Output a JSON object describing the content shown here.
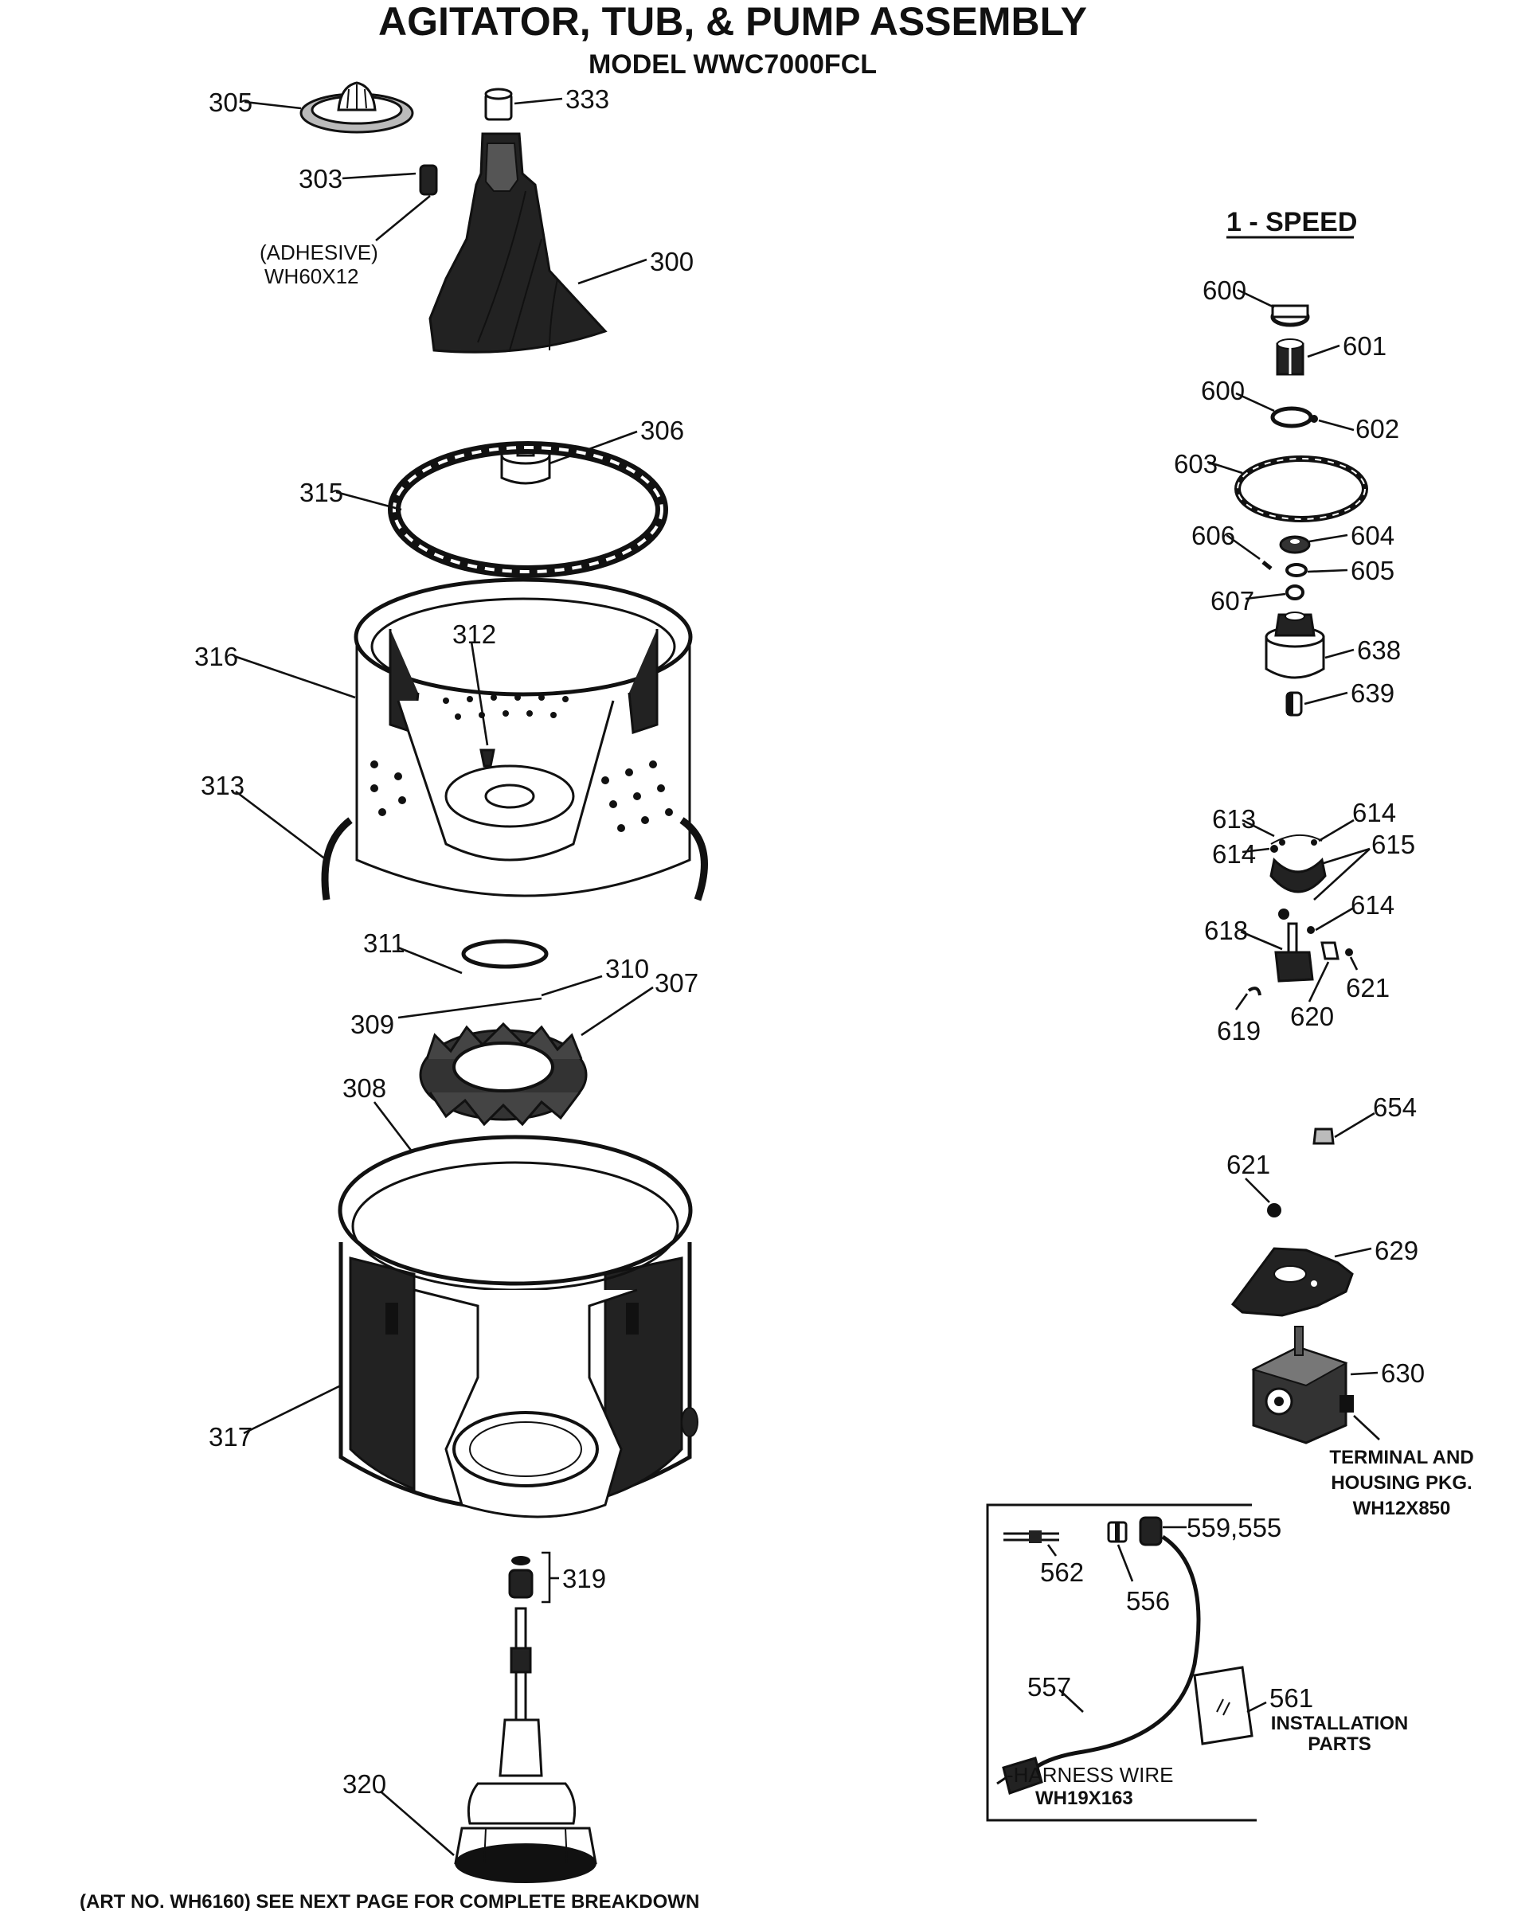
{
  "title": "AGITATOR, TUB, & PUMP ASSEMBLY",
  "model": "MODEL WWC7000FCL",
  "speed_heading": "1 - SPEED",
  "adhesive": {
    "label": "(ADHESIVE)",
    "part_no": "WH60X12"
  },
  "terminal_note": {
    "line1": "TERMINAL AND",
    "line2": "HOUSING PKG.",
    "line3": "WH12X850"
  },
  "installation_note": {
    "line1": "INSTALLATION",
    "line2": "PARTS"
  },
  "harness_note": {
    "line1": "-HARNESS WIRE",
    "line2": "WH19X163"
  },
  "footer": "(ART NO. WH6160)    SEE NEXT PAGE FOR COMPLETE BREAKDOWN",
  "callouts": {
    "c300": "300",
    "c303": "303",
    "c305": "305",
    "c306": "306",
    "c307": "307",
    "c308": "308",
    "c309a": "309",
    "c309b": "309",
    "c310a": "310",
    "c310b": "310",
    "c311": "311",
    "c312": "312",
    "c313": "313",
    "c315": "315",
    "c316": "316",
    "c317": "317",
    "c319": "319",
    "c320": "320",
    "c333": "333",
    "c600a": "600",
    "c600b": "600",
    "c601": "601",
    "c602": "602",
    "c603": "603",
    "c604": "604",
    "c605": "605",
    "c606": "606",
    "c607": "607",
    "c638": "638",
    "c639": "639",
    "c613": "613",
    "c614a": "614",
    "c614b": "614",
    "c614c": "614",
    "c615": "615",
    "c618": "618",
    "c619": "619",
    "c620": "620",
    "c621a": "621",
    "c621b": "621",
    "c654": "654",
    "c629": "629",
    "c630": "630",
    "c559": "559,555",
    "c562": "562",
    "c556": "556",
    "c557": "557",
    "c561": "561"
  }
}
